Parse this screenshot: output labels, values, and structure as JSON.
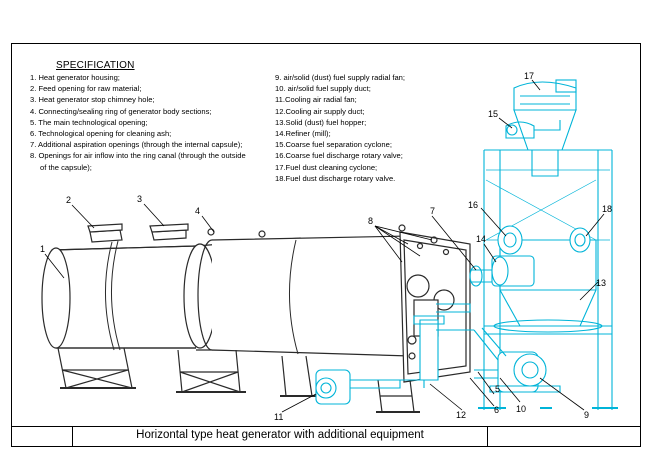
{
  "specification": {
    "title": "SPECIFICATION",
    "left_items": [
      "1. Heat generator housing;",
      "2. Feed opening for raw material;",
      "3. Heat generator stop chimney hole;",
      "4. Connecting/sealing ring of generator body sections;",
      "5. The main technological opening;",
      "6. Technological opening for cleaning ash;",
      "7. Additional aspiration openings (through the internal capsule);",
      "8. Openings for air inflow into the ring canal (through the outside",
      "    of the capsule);"
    ],
    "right_items": [
      "9. air/solid (dust) fuel supply radial fan;",
      "10. air/solid fuel supply duct;",
      "11.Cooling air radial fan;",
      "12.Cooling air supply duct;",
      "13.Solid (dust) fuel hopper;",
      "14.Refiner (mill);",
      "15.Coarse fuel separation cyclone;",
      "16.Coarse fuel discharge rotary valve;",
      "17.Fuel dust cleaning cyclone;",
      "18.Fuel dust discharge rotary valve."
    ]
  },
  "caption": "Horizontal type heat generator with additional equipment",
  "callouts": {
    "n1": "1",
    "n2": "2",
    "n3": "3",
    "n4": "4",
    "n5": "5",
    "n6": "6",
    "n7": "7",
    "n8": "8",
    "n9": "9",
    "n10": "10",
    "n11": "11",
    "n12": "12",
    "n13": "13",
    "n14": "14",
    "n15": "15",
    "n16": "16",
    "n17": "17",
    "n18": "18"
  },
  "colors": {
    "generator": "#2a2a2a",
    "equipment": "#00b4d8",
    "background": "#ffffff"
  }
}
